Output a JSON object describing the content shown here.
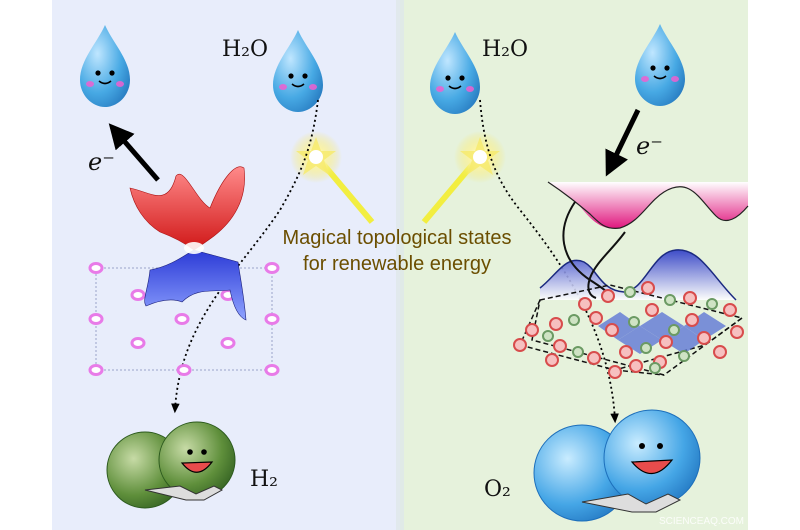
{
  "labels": {
    "h2o_left": "H₂O",
    "h2o_right": "H₂O",
    "electron_left": "e⁻",
    "electron_right": "e⁻",
    "h2": "H₂",
    "o2": "O₂"
  },
  "caption": {
    "line1": "Magical topological states",
    "line2": "for renewable energy"
  },
  "watermark": "SCIENCEAQ.COM",
  "colors": {
    "left_panel": "#e8edfb",
    "right_panel": "#e6f2dc",
    "drop": "#3fa3dd",
    "caption": "#6b4e00",
    "glow": "#f1f06a",
    "atom_pink": "#e87be8",
    "atom_red": "#e86c6c",
    "atom_green": "#7fb07a"
  }
}
